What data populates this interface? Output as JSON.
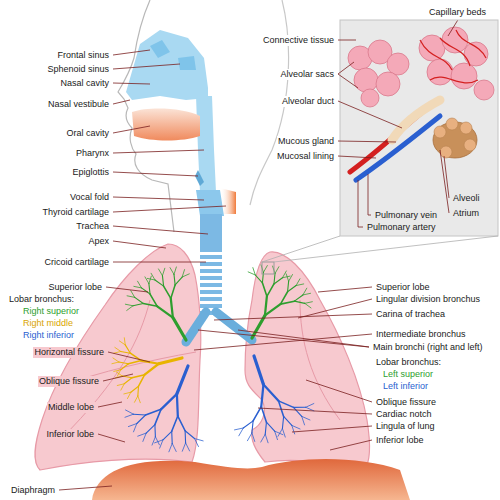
{
  "diagram": {
    "labels": [
      "Frontal sinus",
      "Sphenoid sinus",
      "Nasal cavity",
      "Nasal vestibule",
      "Oral cavity",
      "Pharynx",
      "Epiglottis",
      "Vocal fold",
      "Thyroid cartilage",
      "Trachea",
      "Apex",
      "Cricoid cartilage",
      "Superior lobe",
      "Lobar bronchus:",
      "Right superior",
      "Right middle",
      "Right inferior",
      "Horizontal fissure",
      "Oblique fissure",
      "Middle lobe",
      "Inferior lobe",
      "Diaphragm",
      "Connective tissue",
      "Capillary beds",
      "Alveolar sacs",
      "Alveolar duct",
      "Mucous gland",
      "Mucosal lining",
      "Pulmonary vein",
      "Pulmonary artery",
      "Alveoli",
      "Atrium",
      "Superior lobe",
      "Lingular division bronchus",
      "Carina of trachea",
      "Intermediate bronchus",
      "Main bronchi (right and left)",
      "Lobar bronchus:",
      "Left superior",
      "Left inferior",
      "Oblique fissure",
      "Cardiac notch",
      "Lingula of lung",
      "Inferior lobe"
    ]
  }
}
